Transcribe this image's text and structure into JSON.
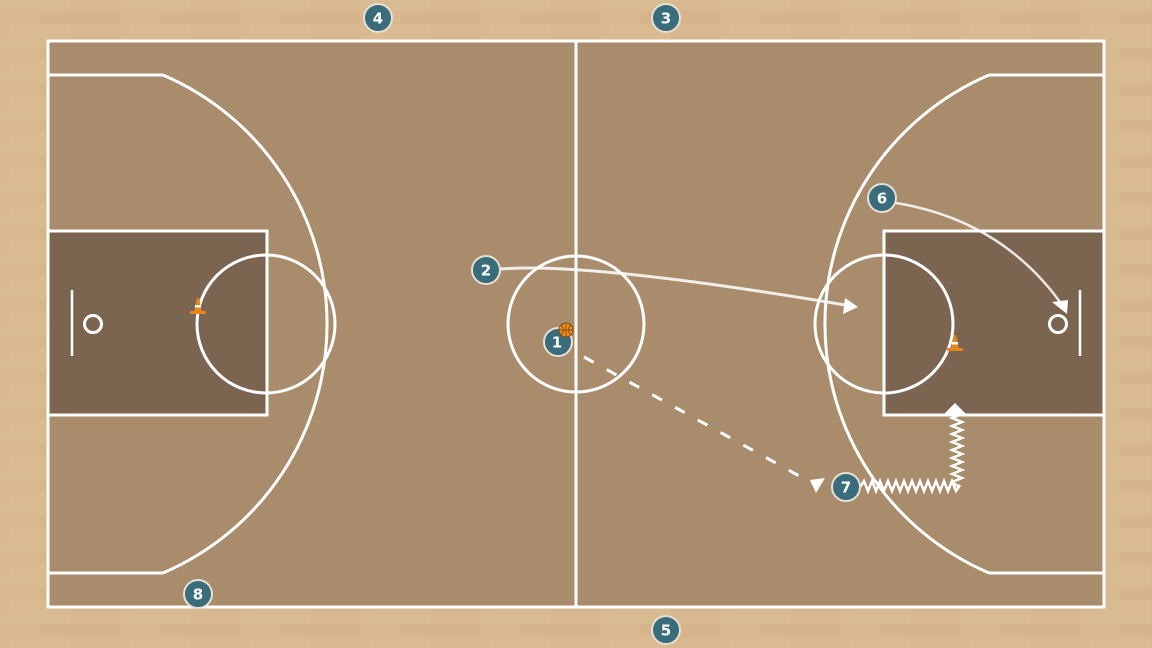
{
  "diagram": {
    "type": "basketball-half-court-drill",
    "colors": {
      "background": "#d8b890",
      "court_floor": "#a98c6c",
      "paint": "#7b6550",
      "lines": "#ffffff",
      "player": "#3a6d7c",
      "cone": "#e8841c",
      "ball": "#e89020"
    },
    "players": [
      {
        "id": "p1",
        "label": "1",
        "has_ball": true
      },
      {
        "id": "p2",
        "label": "2"
      },
      {
        "id": "p3",
        "label": "3"
      },
      {
        "id": "p4",
        "label": "4"
      },
      {
        "id": "p5",
        "label": "5"
      },
      {
        "id": "p6",
        "label": "6"
      },
      {
        "id": "p7",
        "label": "7"
      },
      {
        "id": "p8",
        "label": "8"
      }
    ],
    "cones": [
      {
        "id": "left-cone",
        "icon": "traffic-cone-icon"
      },
      {
        "id": "right-cone",
        "icon": "traffic-cone-icon"
      }
    ],
    "actions": [
      {
        "from": "2",
        "kind": "cut",
        "style": "solid-arrow"
      },
      {
        "from": "6",
        "kind": "cut",
        "style": "solid-arrow"
      },
      {
        "from": "1",
        "to": "7",
        "kind": "pass",
        "style": "dashed-arrow"
      },
      {
        "from": "7",
        "kind": "dribble",
        "style": "zigzag-arrow"
      }
    ]
  }
}
